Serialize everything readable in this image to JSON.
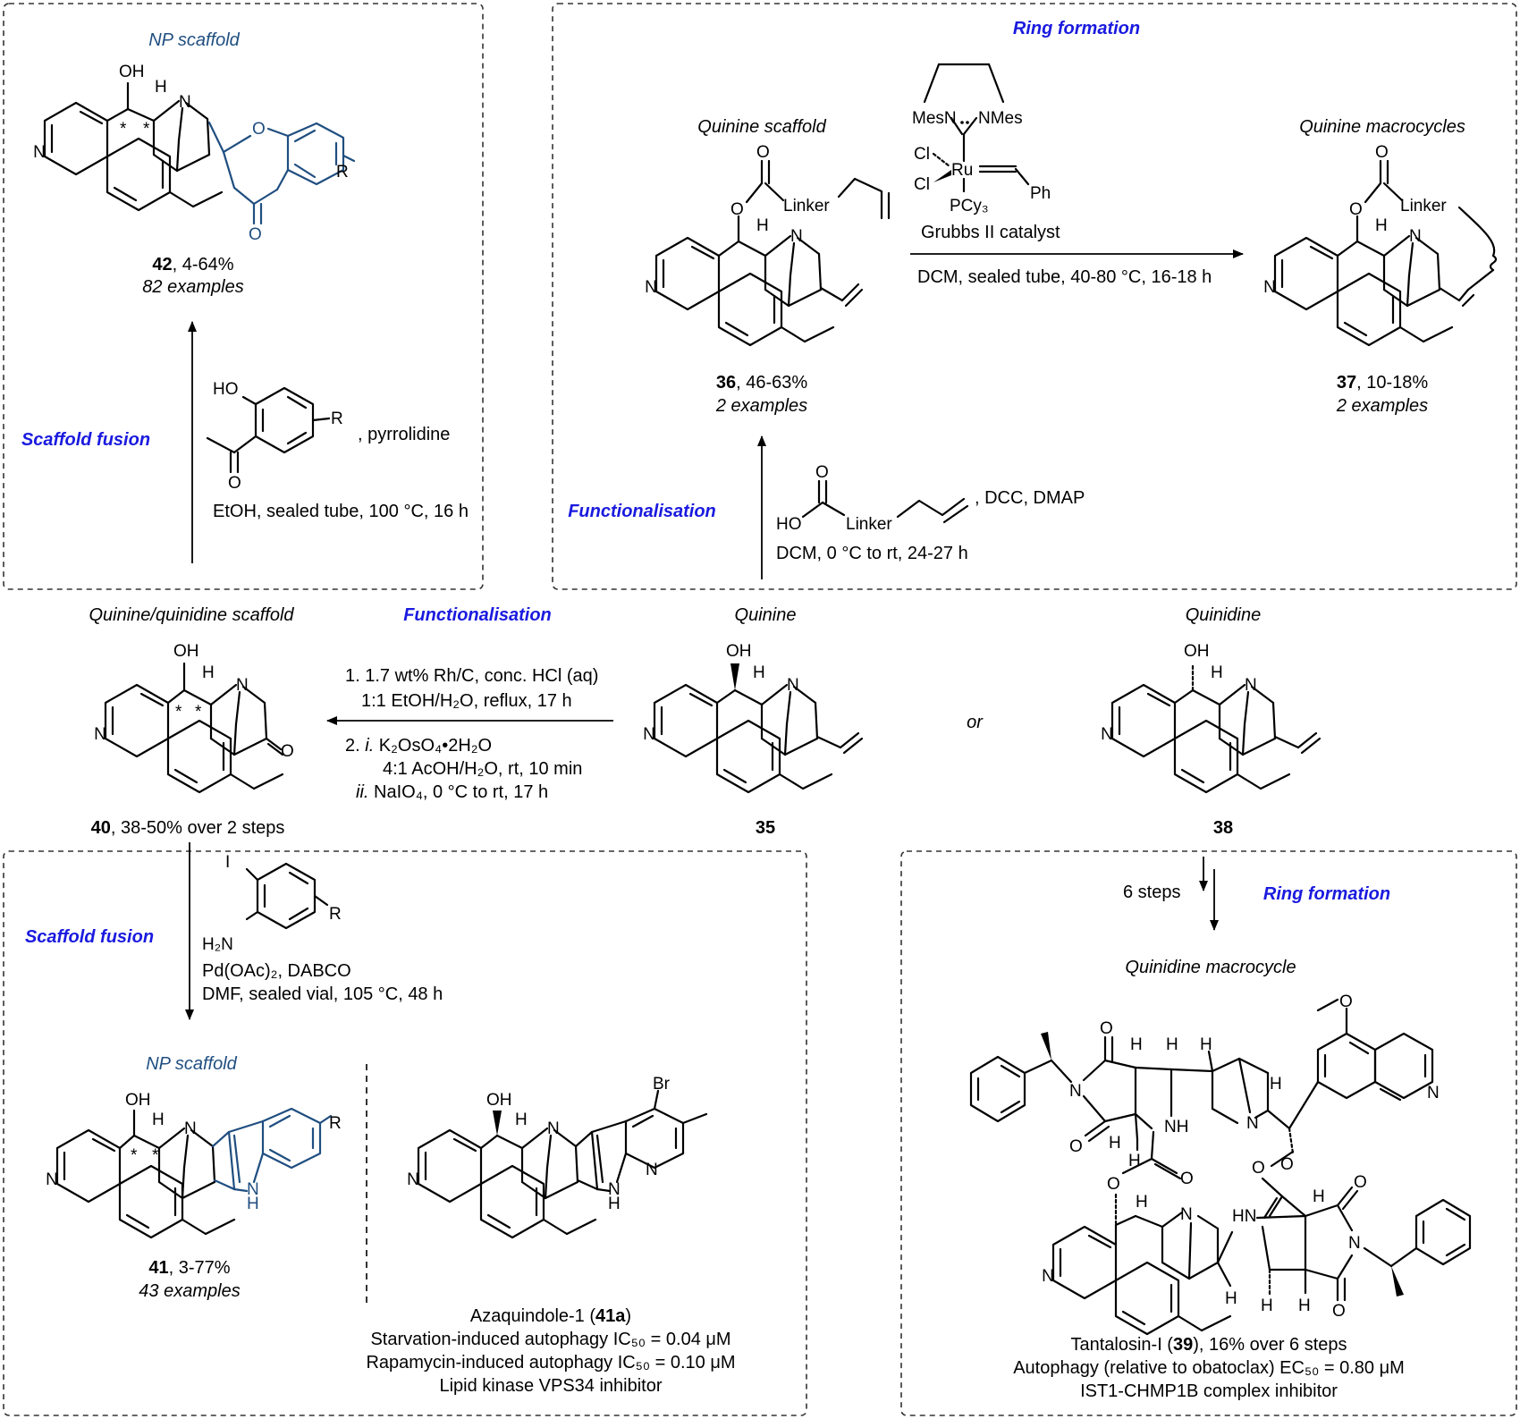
{
  "sections": {
    "np_scaffold_top": "NP scaffold",
    "np_scaffold_bottom": "NP scaffold",
    "ring_formation_top": "Ring formation",
    "ring_formation_right": "Ring formation",
    "scaffold_fusion_top": "Scaffold fusion",
    "scaffold_fusion_bottom": "Scaffold fusion",
    "functionalisation_top": "Functionalisation",
    "functionalisation_mid": "Functionalisation"
  },
  "scaffold_titles": {
    "quinine_scaffold": "Quinine scaffold",
    "quinine_macrocycles": "Quinine macrocycles",
    "quinine_quinidine_scaffold": "Quinine/quinidine scaffold",
    "quinine": "Quinine",
    "quinidine": "Quinidine",
    "quinidine_macrocycle": "Quinidine macrocycle"
  },
  "compounds": {
    "c42": {
      "num": "42",
      "yield": ", 4-64%",
      "examples": "82 examples"
    },
    "c36": {
      "num": "36",
      "yield": ", 46-63%",
      "examples": "2 examples"
    },
    "c37": {
      "num": "37",
      "yield": ", 10-18%",
      "examples": "2 examples"
    },
    "c40": {
      "num": "40",
      "yield": ", 38-50% over 2 steps"
    },
    "c35": {
      "num": "35"
    },
    "c38": {
      "num": "38"
    },
    "c41": {
      "num": "41",
      "yield": ", 3-77%",
      "examples": "43 examples"
    }
  },
  "conditions": {
    "fusion_top_reagent": ", pyrrolidine",
    "fusion_top_cond": "EtOH, sealed tube, 100 °C, 16 h",
    "grubbs_name": "Grubbs II catalyst",
    "grubbs_cond": "DCM, sealed tube, 40-80 °C, 16-18 h",
    "func_top_reagent": ", DCC, DMAP",
    "func_top_cond": "DCM, 0 °C to rt, 24-27 h",
    "step1a": "1. 1.7 wt% Rh/C, conc. HCl (aq)",
    "step1b": "1:1 EtOH/H₂O, reflux, 17 h",
    "step2a_prefix": "2. ",
    "step2a_i": "i.",
    "step2a": " K₂OsO₄•2H₂O",
    "step2b": "4:1 AcOH/H₂O, rt, 10 min",
    "step2c_ii": "ii.",
    "step2c": " NaIO₄, 0 °C to rt, 17 h",
    "or": "or",
    "six_steps": "6 steps",
    "fusion_bottom_1": "Pd(OAc)₂, DABCO",
    "fusion_bottom_2": "DMF, sealed vial, 105 °C, 48 h"
  },
  "azaquindole": {
    "name": "Azaquindole-1 (",
    "num": "41a",
    "close": ")",
    "line1": "Starvation-induced autophagy IC₅₀ = 0.04 μM",
    "line2": "Rapamycin-induced autophagy IC₅₀ = 0.10 μM",
    "line3": "Lipid kinase VPS34 inhibitor"
  },
  "tantalosin": {
    "name": "Tantalosin-I (",
    "num": "39",
    "close": "), 16% over 6 steps",
    "line1": "Autophagy (relative to obatoclax) EC₅₀ = 0.80 μM",
    "line2": "IST1-CHMP1B complex inhibitor"
  },
  "atoms": {
    "N": "N",
    "NH": "NH",
    "HN": "HN",
    "H": "H",
    "O": "O",
    "OH": "OH",
    "HO": "HO",
    "I": "I",
    "Br": "Br",
    "R": "R",
    "Linker": "Linker",
    "Ru": "Ru",
    "Cl": "Cl",
    "Ph": "Ph",
    "MesN": "MesN",
    "NMes": "NMes",
    "PCy3": "PCy₃",
    "H2N": "H₂N",
    "star": "*"
  }
}
